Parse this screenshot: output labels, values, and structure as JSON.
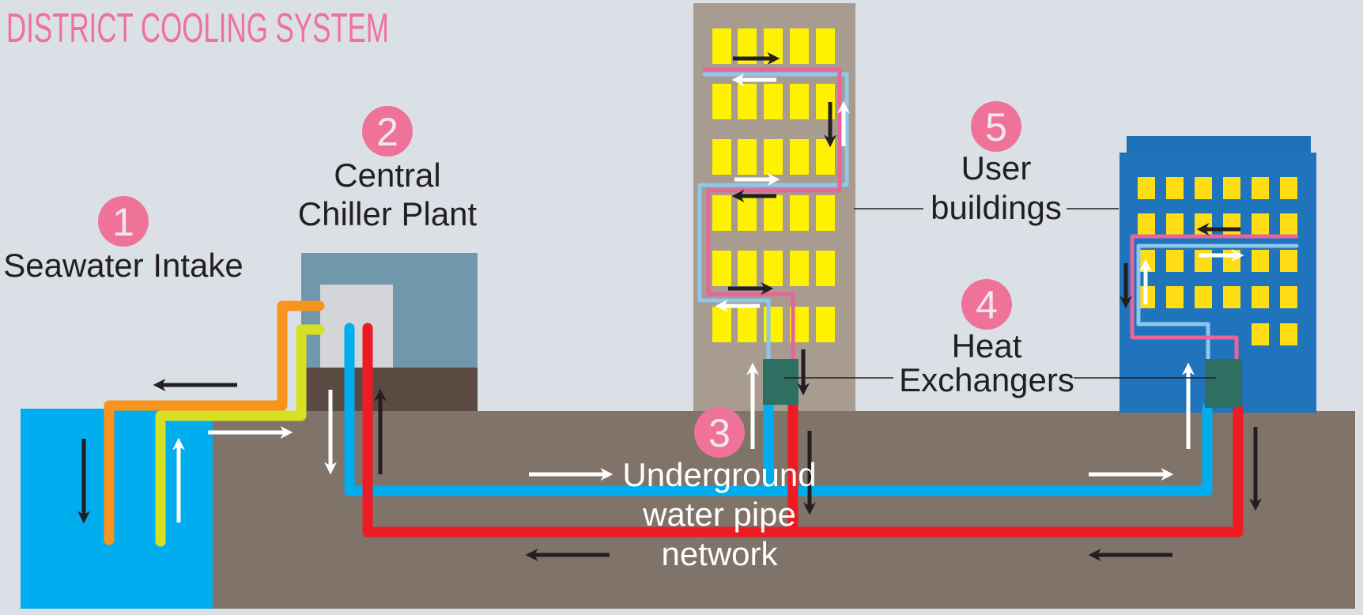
{
  "title": "DISTRICT COOLING SYSTEM",
  "colors": {
    "background": "#dbe0e6",
    "title": "#ee7299",
    "badge": "#ef7399",
    "badge_text": "#f0e8ee",
    "label_text": "#231f20",
    "seawater": "#00aeef",
    "ground": "#80736a",
    "plant_upper": "#7097ab",
    "plant_inner": "#d3d5d8",
    "plant_base": "#5a4a42",
    "tan_building": "#a89c90",
    "blue_building": "#1f74bc",
    "blue_building_cap": "#1f6fb6",
    "tan_windows": "#fff200",
    "blue_windows": "#ffdd15",
    "heat_exchanger": "#2e6f62",
    "seawater_out_pipe": "#f7941d",
    "seawater_in_pipe": "#d7df23",
    "chilled_supply_pipe": "#00aeef",
    "chilled_return_pipe": "#ed1c24",
    "building_supply_pipe": "#8ec6ec",
    "building_return_pipe": "#e8649c",
    "arrow_dark": "#231f20",
    "arrow_light": "#ffffff"
  },
  "steps": [
    {
      "number": "1",
      "lines": [
        "Seawater Intake"
      ]
    },
    {
      "number": "2",
      "lines": [
        "Central",
        "Chiller Plant"
      ]
    },
    {
      "number": "3",
      "lines": [
        "Underground",
        "water pipe",
        "network"
      ]
    },
    {
      "number": "4",
      "lines": [
        "Heat",
        "Exchangers"
      ]
    },
    {
      "number": "5",
      "lines": [
        "User",
        "buildings"
      ]
    }
  ]
}
